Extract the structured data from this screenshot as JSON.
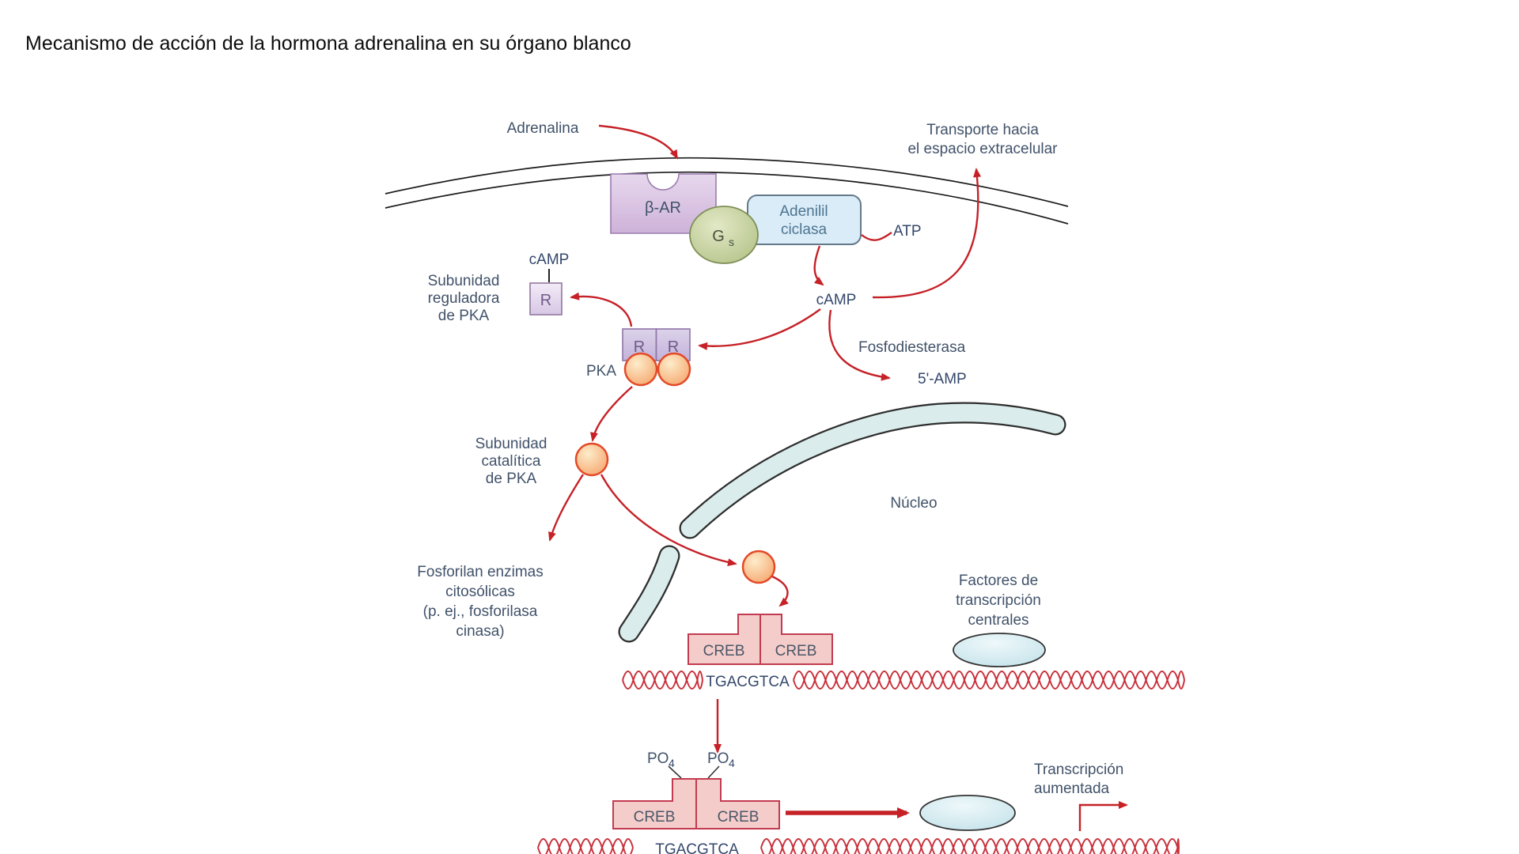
{
  "page": {
    "title": "Mecanismo de acción de la hormona adrenalina en su órgano blanco"
  },
  "colors": {
    "arrow_red": "#c52127",
    "dna_red": "#c9313c",
    "membrane_black": "#1b1b1b",
    "label_slate": "#41526a",
    "receptor_purple": "#ceb2d9",
    "g_protein_green": "#b6c489",
    "cyclase_blue": "#d9ecf8",
    "pka_orange": "#f6a76b",
    "creb_pink": "#f4cdca",
    "nuclear_envelope_teal": "#daedec",
    "factor_oval_blue": "#bfe0e8"
  },
  "labels": {
    "adrenalina": "Adrenalina",
    "transporte": [
      "Transporte hacia",
      "el espacio extracelular"
    ],
    "receptor": "β-AR",
    "g_protein": "G",
    "g_protein_sub": "s",
    "adenilil": [
      "Adenilil",
      "ciclasa"
    ],
    "atp": "ATP",
    "camp_top": "cAMP",
    "camp_main": "cAMP",
    "subunidad_reguladora": [
      "Subunidad",
      "reguladora",
      "de PKA"
    ],
    "r": "R",
    "pka": "PKA",
    "fosfodiesterasa": "Fosfodiesterasa",
    "amp5": "5'-AMP",
    "subunidad_catalitica": [
      "Subunidad",
      "catalítica",
      "de PKA"
    ],
    "fosforilan": [
      "Fosforilan enzimas",
      "citosólicas",
      "(p. ej., fosforilasa",
      "cinasa)"
    ],
    "nucleo": "Núcleo",
    "creb": "CREB",
    "tgacgtca": "TGACGTCA",
    "factores": [
      "Factores de",
      "transcripción",
      "centrales"
    ],
    "po4": "PO",
    "po4_sub": "4",
    "transcripcion": [
      "Transcripción",
      "aumentada"
    ]
  }
}
